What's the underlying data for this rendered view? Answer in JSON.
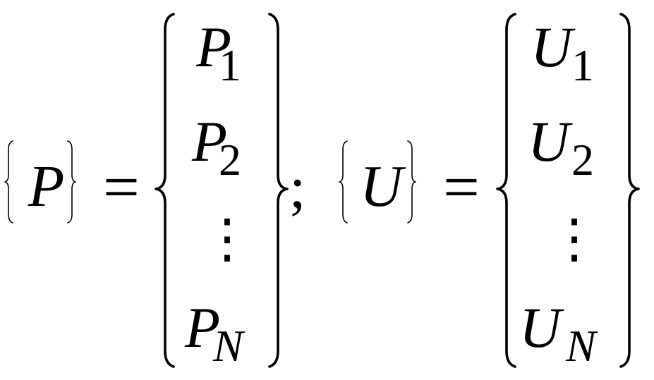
{
  "formula": {
    "left": {
      "set_symbol": "P",
      "equals": "=",
      "entries": [
        {
          "base": "P",
          "sub": "1"
        },
        {
          "base": "P",
          "sub": "2"
        },
        {
          "base": "P",
          "sub": "N"
        }
      ],
      "ellipsis": "⋮"
    },
    "separator": ";",
    "right": {
      "set_symbol": "U",
      "equals": "=",
      "entries": [
        {
          "base": "U",
          "sub": "1"
        },
        {
          "base": "U",
          "sub": "2"
        },
        {
          "base": "U",
          "sub": "N"
        }
      ],
      "ellipsis": "⋮"
    }
  }
}
